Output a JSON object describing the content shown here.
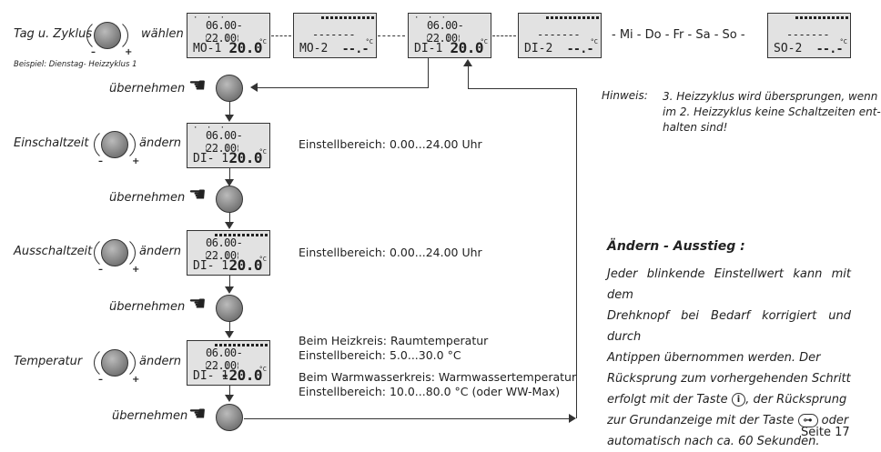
{
  "left": {
    "cycle_label": "Tag u. Zyklus",
    "select_label": "wählen",
    "example": "Beispiel: Dienstag- Heizzyklus 1",
    "accept": "übernehmen",
    "on_time": "Einschaltzeit",
    "off_time": "Ausschaltzeit",
    "temperature": "Temperatur",
    "change": "ändern",
    "plus": "+",
    "minus": "–"
  },
  "days_sequence": "- Mi - Do - Fr - Sa - So -",
  "lcds": {
    "time": "06.00-22.00",
    "time_dashes": "-------",
    "temp": "20.0",
    "temp_minus": "-20.0",
    "temp_dashes": "--.-",
    "deg": "°C",
    "mo1": "MO-1",
    "mo2": "MO-2",
    "di1": "DI-1",
    "di2": "DI-2",
    "so2": "SO-2",
    "di1b": "DI- 1"
  },
  "ranges": {
    "on": "Einstellbereich:  0.00...24.00 Uhr",
    "off": "Einstellbereich:  0.00...24.00 Uhr",
    "heat1": "Beim  Heizkreis: Raumtemperatur",
    "heat2": "Einstellbereich: 5.0...30.0 °C",
    "ww1": "Beim Warmwasserkreis: Warmwassertemperatur",
    "ww2": "Einstellbereich: 10.0...80.0 °C (oder WW-Max)"
  },
  "hint": {
    "label": "Hinweis:",
    "line1": "3. Heizzyklus wird übersprungen, wenn",
    "line2": "im 2. Heizzyklus keine Schaltzeiten ent-",
    "line3": "halten sind!"
  },
  "exit": {
    "title": "Ändern - Ausstieg :",
    "l1": "Jeder blinkende Einstellwert kann mit dem",
    "l2": "Drehknopf bei Bedarf korrigiert und durch",
    "l3": "Antippen übernommen werden. Der",
    "l4": "Rücksprung zum vorhergehenden Schritt",
    "l5a": "erfolgt mit der Taste",
    "l5b": ", der Rücksprung",
    "l6a": "zur Grundanzeige mit der Taste",
    "l6b": "oder",
    "l7": "automatisch nach ca. 60 Sekunden.",
    "icon_info": "i",
    "icon_key": "⊶"
  },
  "page": "Seite 17"
}
